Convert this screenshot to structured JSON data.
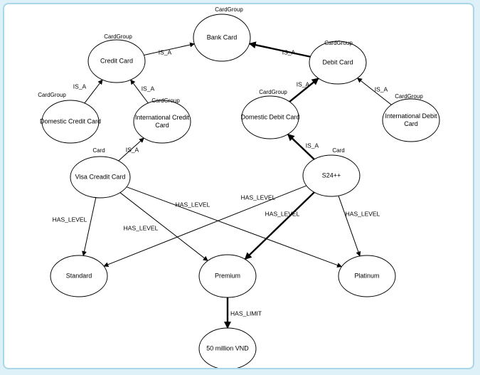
{
  "nodes": [
    {
      "id": "bank",
      "lines": [
        "Bank Card"
      ],
      "tag": "CardGroup"
    },
    {
      "id": "credit",
      "lines": [
        "Credit Card"
      ],
      "tag": "CardGroup"
    },
    {
      "id": "debit",
      "lines": [
        "Debit Card"
      ],
      "tag": "CardGroup"
    },
    {
      "id": "dom_credit",
      "lines": [
        "Domestic Credit Card"
      ],
      "tag": "CardGroup"
    },
    {
      "id": "intl_credit",
      "lines": [
        "International Credit",
        "Card"
      ],
      "tag": "CardGroup"
    },
    {
      "id": "dom_debit",
      "lines": [
        "Domestic Debit Card"
      ],
      "tag": "CardGroup"
    },
    {
      "id": "intl_debit",
      "lines": [
        "International Debit",
        "Card"
      ],
      "tag": "CardGroup"
    },
    {
      "id": "visa",
      "lines": [
        "Visa Creadit Card"
      ],
      "tag": "Card"
    },
    {
      "id": "s24",
      "lines": [
        "S24++"
      ],
      "tag": "Card"
    },
    {
      "id": "standard",
      "lines": [
        "Standard"
      ],
      "tag": ""
    },
    {
      "id": "premium",
      "lines": [
        "Premium"
      ],
      "tag": ""
    },
    {
      "id": "platinum",
      "lines": [
        "Platinum"
      ],
      "tag": ""
    },
    {
      "id": "limit",
      "lines": [
        "50 million VND"
      ],
      "tag": ""
    }
  ],
  "edges": [
    {
      "from": "credit",
      "to": "bank",
      "label": "IS_A",
      "bold": false
    },
    {
      "from": "debit",
      "to": "bank",
      "label": "IS_A",
      "bold": true
    },
    {
      "from": "dom_credit",
      "to": "credit",
      "label": "IS_A",
      "bold": false
    },
    {
      "from": "intl_credit",
      "to": "credit",
      "label": "IS_A",
      "bold": false
    },
    {
      "from": "dom_debit",
      "to": "debit",
      "label": "IS_A",
      "bold": true
    },
    {
      "from": "intl_debit",
      "to": "debit",
      "label": "IS_A",
      "bold": false
    },
    {
      "from": "visa",
      "to": "intl_credit",
      "label": "IS_A",
      "bold": false
    },
    {
      "from": "s24",
      "to": "dom_debit",
      "label": "IS_A",
      "bold": true
    },
    {
      "from": "visa",
      "to": "standard",
      "label": "HAS_LEVEL",
      "bold": false
    },
    {
      "from": "visa",
      "to": "premium",
      "label": "HAS_LEVEL",
      "bold": false
    },
    {
      "from": "visa",
      "to": "platinum",
      "label": "HAS_LEVEL",
      "bold": false
    },
    {
      "from": "s24",
      "to": "standard",
      "label": "HAS_LEVEL",
      "bold": false
    },
    {
      "from": "s24",
      "to": "premium",
      "label": "HAS_LEVEL",
      "bold": true
    },
    {
      "from": "s24",
      "to": "platinum",
      "label": "HAS_LEVEL",
      "bold": false
    },
    {
      "from": "premium",
      "to": "limit",
      "label": "HAS_LIMIT",
      "bold": true
    }
  ]
}
